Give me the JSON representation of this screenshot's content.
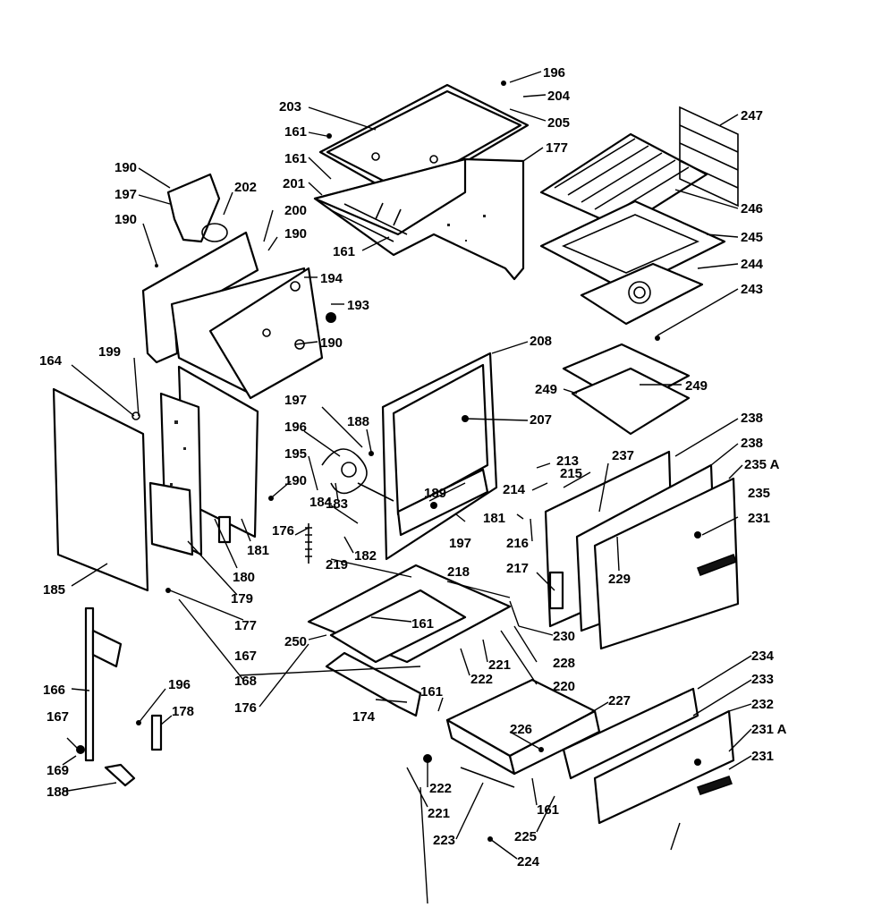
{
  "diagram": {
    "labels": [
      {
        "id": "l196a",
        "text": "196"
      },
      {
        "id": "l204",
        "text": "204"
      },
      {
        "id": "l205",
        "text": "205"
      },
      {
        "id": "l203",
        "text": "203"
      },
      {
        "id": "l161a",
        "text": "161"
      },
      {
        "id": "l177a",
        "text": "177"
      },
      {
        "id": "l247",
        "text": "247"
      },
      {
        "id": "l161b",
        "text": "161"
      },
      {
        "id": "l201",
        "text": "201"
      },
      {
        "id": "l190a",
        "text": "190"
      },
      {
        "id": "l197a",
        "text": "197"
      },
      {
        "id": "l202",
        "text": "202"
      },
      {
        "id": "l200",
        "text": "200"
      },
      {
        "id": "l190b",
        "text": "190"
      },
      {
        "id": "l190c",
        "text": "190"
      },
      {
        "id": "l246",
        "text": "246"
      },
      {
        "id": "l245",
        "text": "245"
      },
      {
        "id": "l161c",
        "text": "161"
      },
      {
        "id": "l244",
        "text": "244"
      },
      {
        "id": "l194",
        "text": "194"
      },
      {
        "id": "l243",
        "text": "243"
      },
      {
        "id": "l193",
        "text": "193"
      },
      {
        "id": "l199",
        "text": "199"
      },
      {
        "id": "l190d",
        "text": "190"
      },
      {
        "id": "l164",
        "text": "164"
      },
      {
        "id": "l208",
        "text": "208"
      },
      {
        "id": "l249a",
        "text": "249"
      },
      {
        "id": "l249b",
        "text": "249"
      },
      {
        "id": "l197b",
        "text": "197"
      },
      {
        "id": "l188",
        "text": "188"
      },
      {
        "id": "l207",
        "text": "207"
      },
      {
        "id": "l238a",
        "text": "238"
      },
      {
        "id": "l196b",
        "text": "196"
      },
      {
        "id": "l238b",
        "text": "238"
      },
      {
        "id": "l195",
        "text": "195"
      },
      {
        "id": "l213",
        "text": "213"
      },
      {
        "id": "l237",
        "text": "237"
      },
      {
        "id": "l235a",
        "text": "235 A"
      },
      {
        "id": "l214",
        "text": "214"
      },
      {
        "id": "l215",
        "text": "215"
      },
      {
        "id": "l190e",
        "text": "190"
      },
      {
        "id": "l183",
        "text": "183"
      },
      {
        "id": "l189",
        "text": "189"
      },
      {
        "id": "l235",
        "text": "235"
      },
      {
        "id": "l184",
        "text": "184"
      },
      {
        "id": "l181a",
        "text": "181"
      },
      {
        "id": "l231a",
        "text": "231"
      },
      {
        "id": "l176a",
        "text": "176"
      },
      {
        "id": "l181b",
        "text": "181"
      },
      {
        "id": "l216",
        "text": "216"
      },
      {
        "id": "l197c",
        "text": "197"
      },
      {
        "id": "l182",
        "text": "182"
      },
      {
        "id": "l180",
        "text": "180"
      },
      {
        "id": "l229",
        "text": "229"
      },
      {
        "id": "l219",
        "text": "219"
      },
      {
        "id": "l218",
        "text": "218"
      },
      {
        "id": "l217",
        "text": "217"
      },
      {
        "id": "l185",
        "text": "185"
      },
      {
        "id": "l179",
        "text": "179"
      },
      {
        "id": "l161d",
        "text": "161"
      },
      {
        "id": "l177b",
        "text": "177"
      },
      {
        "id": "l230",
        "text": "230"
      },
      {
        "id": "l250",
        "text": "250"
      },
      {
        "id": "l167a",
        "text": "167"
      },
      {
        "id": "l228",
        "text": "228"
      },
      {
        "id": "l221a",
        "text": "221"
      },
      {
        "id": "l234",
        "text": "234"
      },
      {
        "id": "l168",
        "text": "168"
      },
      {
        "id": "l222a",
        "text": "222"
      },
      {
        "id": "l220",
        "text": "220"
      },
      {
        "id": "l233",
        "text": "233"
      },
      {
        "id": "l166",
        "text": "166"
      },
      {
        "id": "l196c",
        "text": "196"
      },
      {
        "id": "l176b",
        "text": "176"
      },
      {
        "id": "l161e",
        "text": "161"
      },
      {
        "id": "l227",
        "text": "227"
      },
      {
        "id": "l232",
        "text": "232"
      },
      {
        "id": "l174",
        "text": "174"
      },
      {
        "id": "l167b",
        "text": "167"
      },
      {
        "id": "l178",
        "text": "178"
      },
      {
        "id": "l226",
        "text": "226"
      },
      {
        "id": "l231b",
        "text": "231 A"
      },
      {
        "id": "l169",
        "text": "169"
      },
      {
        "id": "l231c",
        "text": "231"
      },
      {
        "id": "l222b",
        "text": "222"
      },
      {
        "id": "l188b",
        "text": "188"
      },
      {
        "id": "l221b",
        "text": "221"
      },
      {
        "id": "l161f",
        "text": "161"
      },
      {
        "id": "l223",
        "text": "223"
      },
      {
        "id": "l225",
        "text": "225"
      },
      {
        "id": "l224",
        "text": "224"
      }
    ]
  }
}
